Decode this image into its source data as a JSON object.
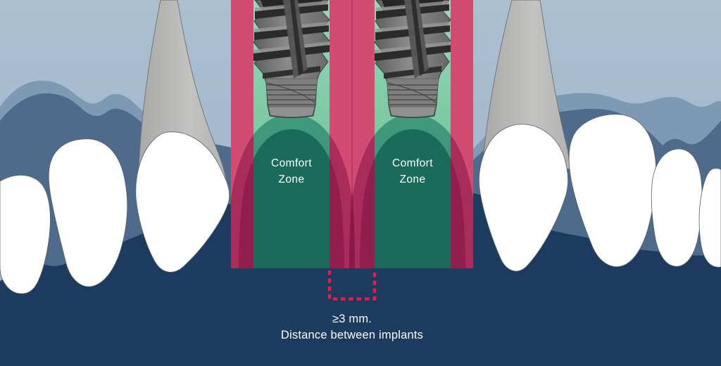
{
  "diagram": {
    "comfort_zones": [
      {
        "line1": "Comfort",
        "line2": "Zone"
      },
      {
        "line1": "Comfort",
        "line2": "Zone"
      }
    ],
    "measurement": {
      "value": "≥3 mm.",
      "caption": "Distance between implants"
    },
    "colors": {
      "sky": "#a7bbcd",
      "bone_light": "#7e99b3",
      "bone_mid": "#4e6b8c",
      "bone_dark": "#1d3a5f",
      "tooth_white": "#ffffff",
      "root_gray": "#b9b9b7",
      "safe_zone_mint": "#7cc8a2",
      "comfort_zone_teal": "#1a6b59",
      "comfort_zone_mid_green": "#3f977c",
      "danger_pink": "#d14b72",
      "danger_maroon_mid": "#a92d5a",
      "danger_maroon_dark": "#911e4d",
      "bracket_red": "#dc1f4d",
      "implant_gray": "#7a7a7a"
    }
  }
}
